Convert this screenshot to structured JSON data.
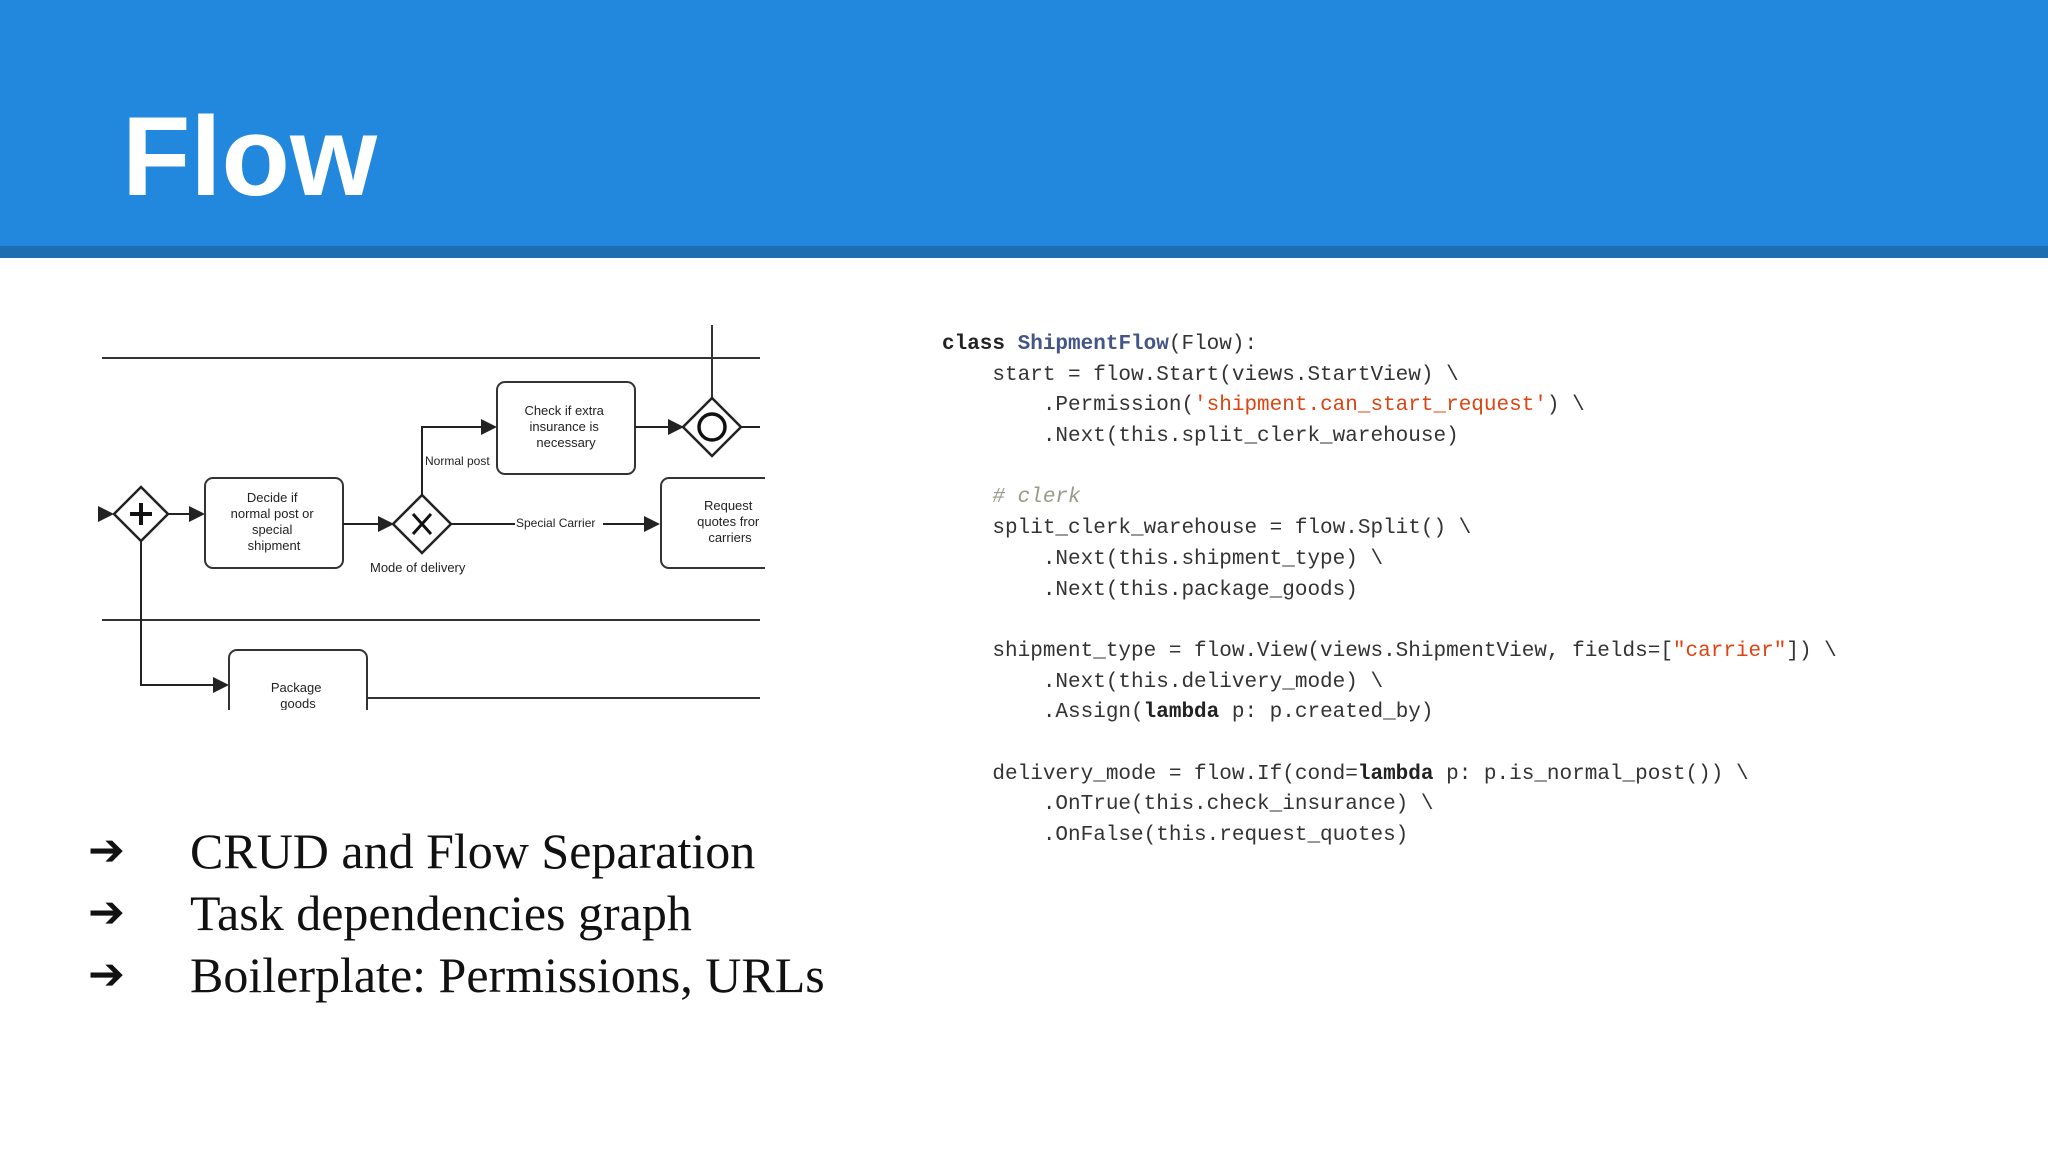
{
  "slide": {
    "title": "Flow"
  },
  "colors": {
    "header": "#2288dd",
    "header_strip": "#1d6db3",
    "string": "#dd4411",
    "comment": "#999988",
    "class_name": "#445588"
  },
  "diagram": {
    "nodes": {
      "decide": [
        "Decide if",
        "normal post or",
        "special",
        "shipment"
      ],
      "check": [
        "Check if extra",
        "insurance is",
        "necessary"
      ],
      "request": [
        "Request",
        "quotes fror",
        "carriers"
      ],
      "package": [
        "Package",
        "goods"
      ]
    },
    "edge_labels": {
      "normal_post": "Normal post",
      "special_carrier": "Special Carrier",
      "mode_of_delivery": "Mode of delivery"
    }
  },
  "bullets": [
    {
      "icon": "arrow-right-icon",
      "text": "CRUD and Flow Separation"
    },
    {
      "icon": "arrow-right-icon",
      "text": "Task dependencies graph"
    },
    {
      "icon": "arrow-right-icon",
      "text": "Boilerplate: Permissions, URLs"
    }
  ],
  "code": {
    "lines": [
      [
        {
          "t": "class ",
          "c": "kw"
        },
        {
          "t": "ShipmentFlow",
          "c": "cls"
        },
        {
          "t": "(Flow):",
          "c": ""
        }
      ],
      [
        {
          "t": "    start = flow.Start(views.StartView) \\",
          "c": ""
        }
      ],
      [
        {
          "t": "        .Permission(",
          "c": ""
        },
        {
          "t": "'shipment.can_start_request'",
          "c": "str"
        },
        {
          "t": ") \\",
          "c": ""
        }
      ],
      [
        {
          "t": "        .Next(this.split_clerk_warehouse)",
          "c": ""
        }
      ],
      [
        {
          "t": "",
          "c": ""
        }
      ],
      [
        {
          "t": "    ",
          "c": ""
        },
        {
          "t": "# clerk",
          "c": "cmt"
        }
      ],
      [
        {
          "t": "    split_clerk_warehouse = flow.Split() \\",
          "c": ""
        }
      ],
      [
        {
          "t": "        .Next(this.shipment_type) \\",
          "c": ""
        }
      ],
      [
        {
          "t": "        .Next(this.package_goods)",
          "c": ""
        }
      ],
      [
        {
          "t": "",
          "c": ""
        }
      ],
      [
        {
          "t": "    shipment_type = flow.View(views.ShipmentView, fields=[",
          "c": ""
        },
        {
          "t": "\"carrier\"",
          "c": "str"
        },
        {
          "t": "]) \\",
          "c": ""
        }
      ],
      [
        {
          "t": "        .Next(this.delivery_mode) \\",
          "c": ""
        }
      ],
      [
        {
          "t": "        .Assign(",
          "c": ""
        },
        {
          "t": "lambda",
          "c": "kw"
        },
        {
          "t": " p: p.created_by)",
          "c": ""
        }
      ],
      [
        {
          "t": "",
          "c": ""
        }
      ],
      [
        {
          "t": "    delivery_mode = flow.If(cond=",
          "c": ""
        },
        {
          "t": "lambda",
          "c": "kw"
        },
        {
          "t": " p: p.is_normal_post()) \\",
          "c": ""
        }
      ],
      [
        {
          "t": "        .OnTrue(this.check_insurance) \\",
          "c": ""
        }
      ],
      [
        {
          "t": "        .OnFalse(this.request_quotes)",
          "c": ""
        }
      ]
    ]
  }
}
